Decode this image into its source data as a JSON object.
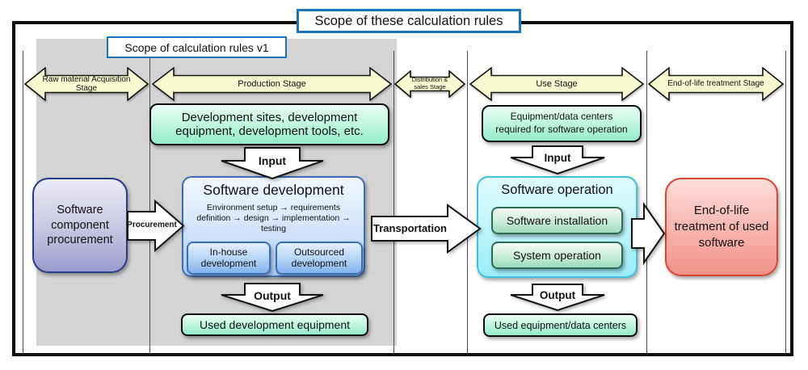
{
  "header": {
    "title": "Scope of these calculation rules",
    "scope_v1": "Scope of calculation rules v1"
  },
  "stages": [
    {
      "label": "Raw material Acquisition Stage"
    },
    {
      "label": "Production Stage"
    },
    {
      "label": "Distribution & sales Stage"
    },
    {
      "label": "Use Stage"
    },
    {
      "label": "End-of-life treatment Stage"
    }
  ],
  "flow": {
    "raw": {
      "procurement_box": "Software component procurement",
      "procurement_arrow": "Procurement"
    },
    "production": {
      "resources_box": "Development sites, development equipment, development tools, etc.",
      "input_label": "Input",
      "dev_title": "Software development",
      "dev_process": "Environment setup → requirements definition → design → implementation → testing",
      "inhouse": "In-house development",
      "outsourced": "Outsourced development",
      "output_label": "Output",
      "used_box": "Used development equipment"
    },
    "distribution": {
      "transport_arrow": "Transportation"
    },
    "use": {
      "resources_box": "Equipment/data centers required for software operation",
      "input_label": "Input",
      "op_title": "Software operation",
      "install": "Software installation",
      "system": "System operation",
      "output_label": "Output",
      "used_box": "Used equipment/data centers"
    },
    "eol": {
      "box": "End-of-life treatment of used software"
    }
  },
  "colors": {
    "accent-blue": "#1b75bc",
    "stage-fill": "#f9f9d2",
    "mint-fill": "#93ecca",
    "blue-fill": "#aecdf4",
    "cyan-fill": "#99ecf8",
    "green-fill": "#9cd9bd",
    "purple-fill": "#9c9cce",
    "red-fill": "#f0938a",
    "frame-border": "#0d0d0d"
  }
}
